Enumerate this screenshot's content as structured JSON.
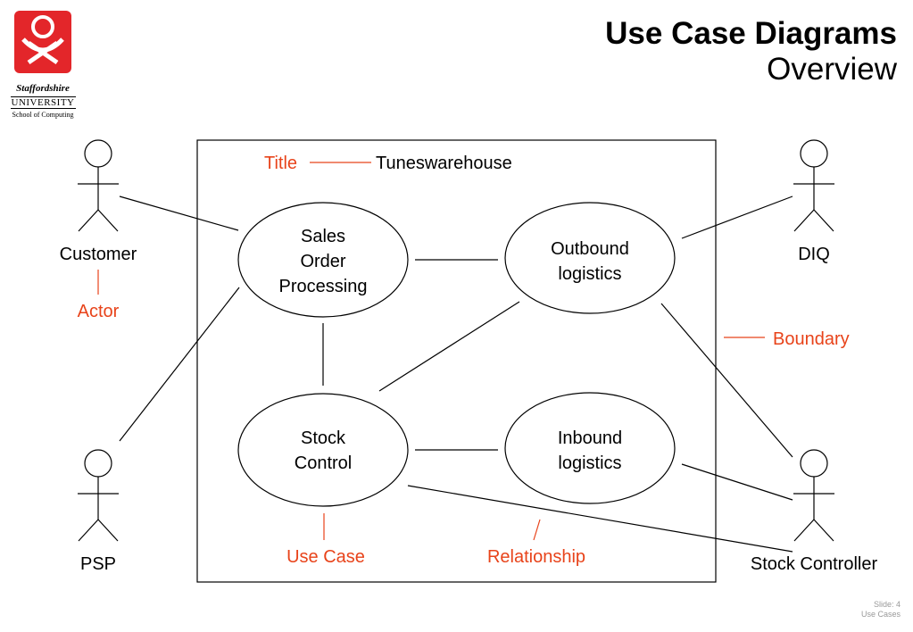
{
  "logo": {
    "name": "Staffordshire",
    "university": "UNIVERSITY",
    "school": "School of Computing",
    "color": "#e3262a"
  },
  "header": {
    "title": "Use Case Diagrams",
    "subtitle": "Overview"
  },
  "diagram": {
    "system_title": "Tuneswarehouse",
    "actors": {
      "customer": "Customer",
      "psp": "PSP",
      "diq": "DIQ",
      "stock_controller": "Stock Controller"
    },
    "use_cases": {
      "sales": [
        "Sales",
        "Order",
        "Processing"
      ],
      "outbound": [
        "Outbound",
        "logistics"
      ],
      "stock": [
        "Stock",
        "Control"
      ],
      "inbound": [
        "Inbound",
        "logistics"
      ]
    },
    "annotations": {
      "title": "Title",
      "actor": "Actor",
      "boundary": "Boundary",
      "use_case": "Use Case",
      "relationship": "Relationship"
    },
    "annotation_color": "#e8431a"
  },
  "footer": {
    "slide": "Slide: 4",
    "section": "Use Cases"
  }
}
